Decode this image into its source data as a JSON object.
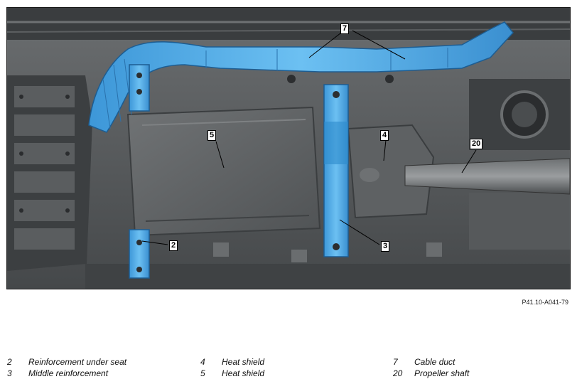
{
  "figure_ref": "P41.10-A041-79",
  "callouts": [
    "7",
    "5",
    "4",
    "20",
    "2",
    "3"
  ],
  "legend": [
    {
      "number": "2",
      "label": "Reinforcement under seat"
    },
    {
      "number": "3",
      "label": "Middle reinforcement"
    },
    {
      "number": "4",
      "label": "Heat shield"
    },
    {
      "number": "5",
      "label": "Heat shield"
    },
    {
      "number": "7",
      "label": "Cable duct"
    },
    {
      "number": "20",
      "label": "Propeller shaft"
    }
  ],
  "colors": {
    "highlight": "#4aa8e8",
    "background_metal": "#55585b",
    "dark_metal": "#2f3234",
    "light_metal": "#7b7e80"
  }
}
